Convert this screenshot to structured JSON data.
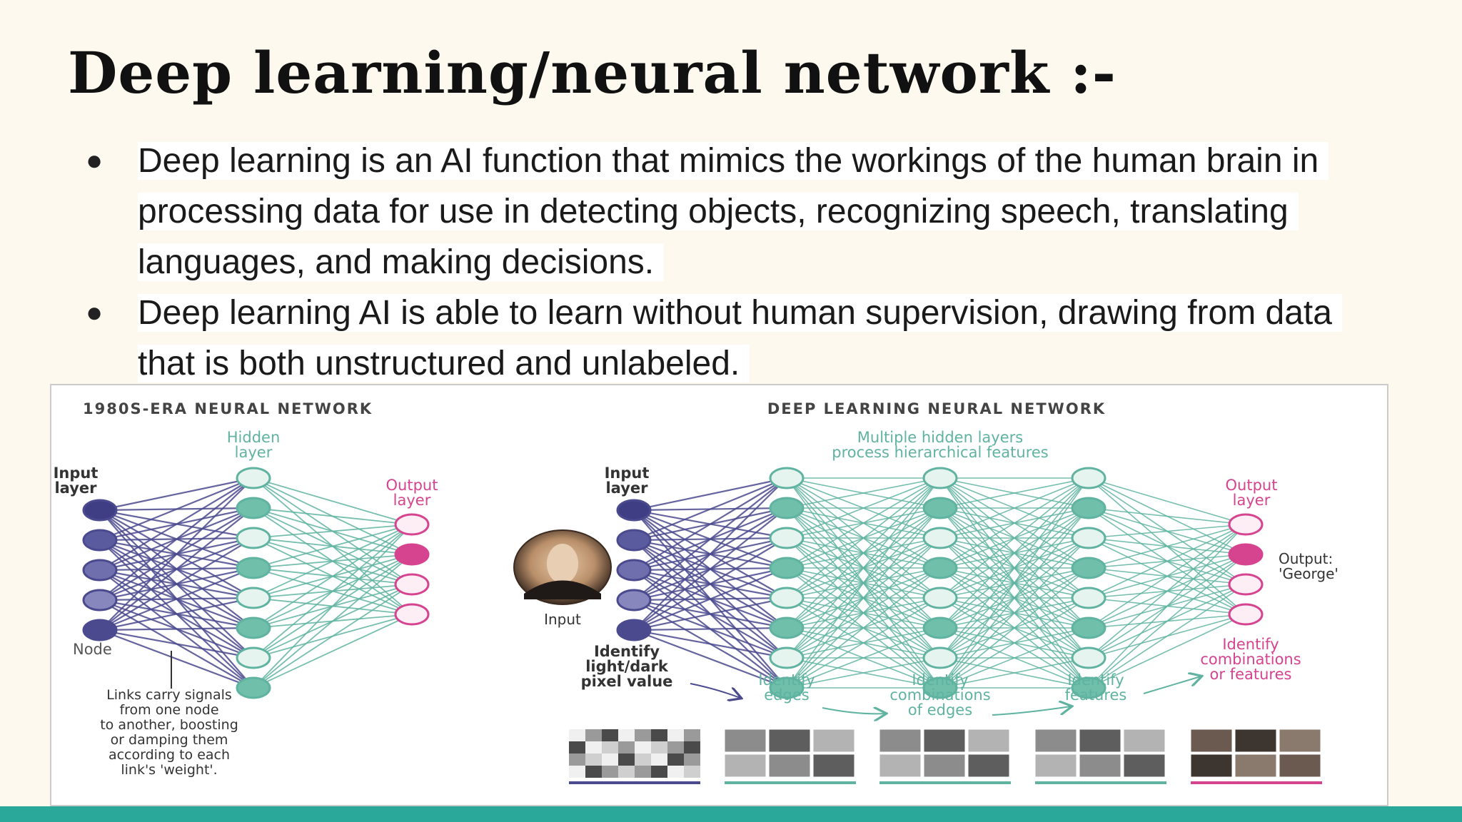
{
  "slide": {
    "title": "Deep learning/neural network :-",
    "bullets": [
      "Deep learning is an AI function that mimics the workings of the human brain in processing data for use in detecting objects, recognizing speech, translating languages, and making decisions.",
      "Deep learning AI is able to learn without human supervision, drawing from data that is both unstructured and unlabeled."
    ],
    "bullet_glyph": "●"
  },
  "figure": {
    "left_title": "1980S-ERA NEURAL NETWORK",
    "right_title": "DEEP LEARNING NEURAL NETWORK",
    "left": {
      "input_label": [
        "Input",
        "layer"
      ],
      "hidden_label": [
        "Hidden",
        "layer"
      ],
      "output_label": [
        "Output",
        "layer"
      ],
      "node_label": "Node",
      "links_note": [
        "Links carry signals",
        "from one node",
        "to another, boosting",
        "or damping them",
        "according to each",
        "link's 'weight'."
      ]
    },
    "right": {
      "input_label": [
        "Input",
        "layer"
      ],
      "hidden_label": [
        "Multiple hidden layers",
        "process hierarchical features"
      ],
      "output_label": [
        "Output",
        "layer"
      ],
      "photo_caption": "Input",
      "output_value": [
        "Output:",
        "'George'"
      ],
      "stage_labels": {
        "pixels": [
          "Identify",
          "light/dark",
          "pixel value"
        ],
        "edges": [
          "Identify",
          "edges"
        ],
        "combinations": [
          "Identify",
          "combinations",
          "of edges"
        ],
        "features": [
          "Identify",
          "features"
        ],
        "combo_features": [
          "Identify",
          "combinations",
          "or features"
        ]
      }
    },
    "colors": {
      "input": "#4b4a8f",
      "hidden": "#5fb3a0",
      "output": "#d6438f",
      "text_gray": "#555555"
    }
  }
}
